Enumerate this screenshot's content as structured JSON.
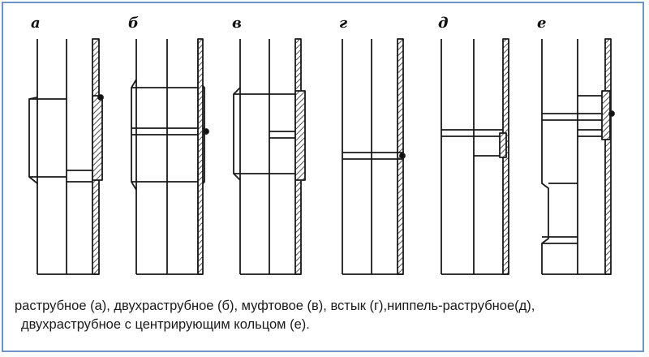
{
  "labels": [
    "а",
    "б",
    "в",
    "г",
    "д",
    "е"
  ],
  "caption": {
    "line1": "раструбное (а), двухраструбное (б), муфтовое (в), встык (г),ниппель-раструбное(д),",
    "line2": "двухраструбное с центрирующим кольцом (е)."
  }
}
